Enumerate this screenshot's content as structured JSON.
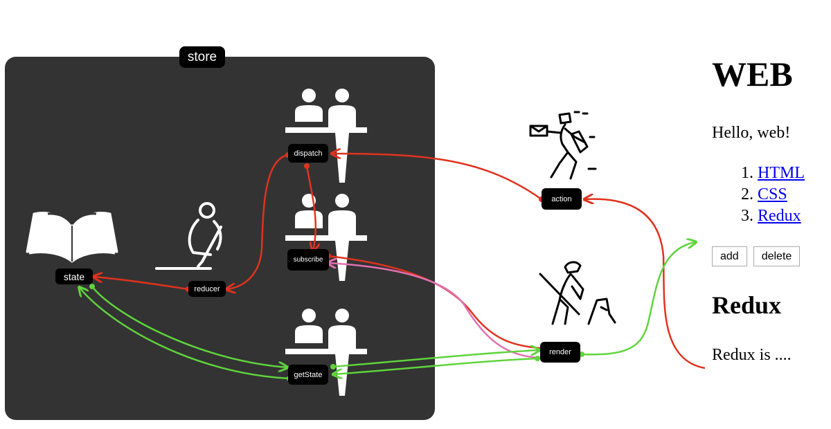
{
  "diagram": {
    "store_label": "store",
    "nodes": {
      "state": "state",
      "reducer": "reducer",
      "dispatch": "dispatch",
      "subscribe": "subscribe",
      "getstate": "getState",
      "action": "action",
      "render": "render"
    },
    "colors": {
      "store_bg": "#333333",
      "red_arrow": "#e0321e",
      "green_arrow": "#5fd43d",
      "pink_arrow": "#e070b0"
    }
  },
  "web": {
    "title": "WEB",
    "hello": "Hello, web!",
    "list": [
      {
        "label": "HTML"
      },
      {
        "label": "CSS"
      },
      {
        "label": "Redux"
      }
    ],
    "buttons": {
      "add": "add",
      "delete": "delete"
    },
    "section_title": "Redux",
    "section_text": "Redux is ...."
  }
}
